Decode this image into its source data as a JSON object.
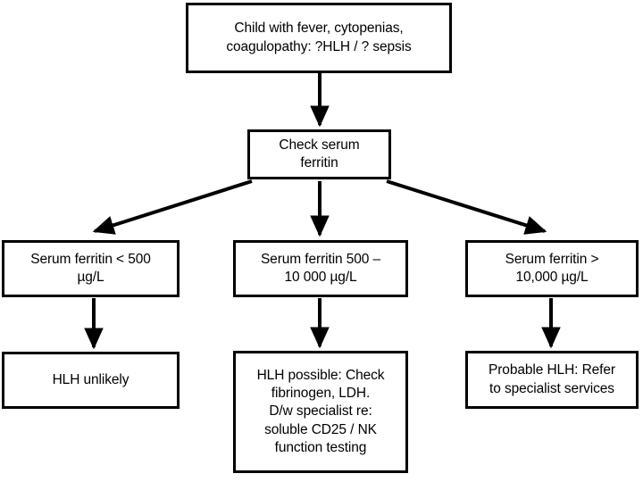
{
  "diagram": {
    "title": "HLH diagnostic pathway flowchart",
    "type": "flowchart",
    "stroke_color": "#000000",
    "fill_color": "#ffffff",
    "nodes": [
      {
        "id": "root",
        "text": "Child with fever, cytopenias,\ncoagulopathy: ?HLH / ? sepsis"
      },
      {
        "id": "check",
        "text": "Check serum\nferritin"
      },
      {
        "id": "low",
        "text": "Serum ferritin < 500\nµg/L"
      },
      {
        "id": "mid",
        "text": "Serum ferritin 500 –\n10 000 µg/L"
      },
      {
        "id": "high",
        "text": "Serum ferritin >\n10,000 µg/L"
      },
      {
        "id": "unlikely",
        "text": "HLH unlikely"
      },
      {
        "id": "possible",
        "text": "HLH possible: Check\nfibrinogen, LDH.\nD/w specialist re:\nsoluble CD25 / NK\nfunction testing"
      },
      {
        "id": "probable",
        "text": "Probable HLH: Refer\nto specialist services"
      }
    ],
    "edges": [
      {
        "id": "root-to-check",
        "from": "root",
        "to": "check",
        "style": "straight-vertical"
      },
      {
        "id": "check-to-low",
        "from": "check",
        "to": "low",
        "style": "diagonal-left"
      },
      {
        "id": "check-to-mid",
        "from": "check",
        "to": "mid",
        "style": "straight-vertical"
      },
      {
        "id": "check-to-high",
        "from": "check",
        "to": "high",
        "style": "diagonal-right"
      },
      {
        "id": "low-to-unlikely",
        "from": "low",
        "to": "unlikely",
        "style": "straight-vertical"
      },
      {
        "id": "mid-to-possible",
        "from": "mid",
        "to": "possible",
        "style": "straight-vertical"
      },
      {
        "id": "high-to-probable",
        "from": "high",
        "to": "probable",
        "style": "straight-vertical"
      }
    ]
  }
}
